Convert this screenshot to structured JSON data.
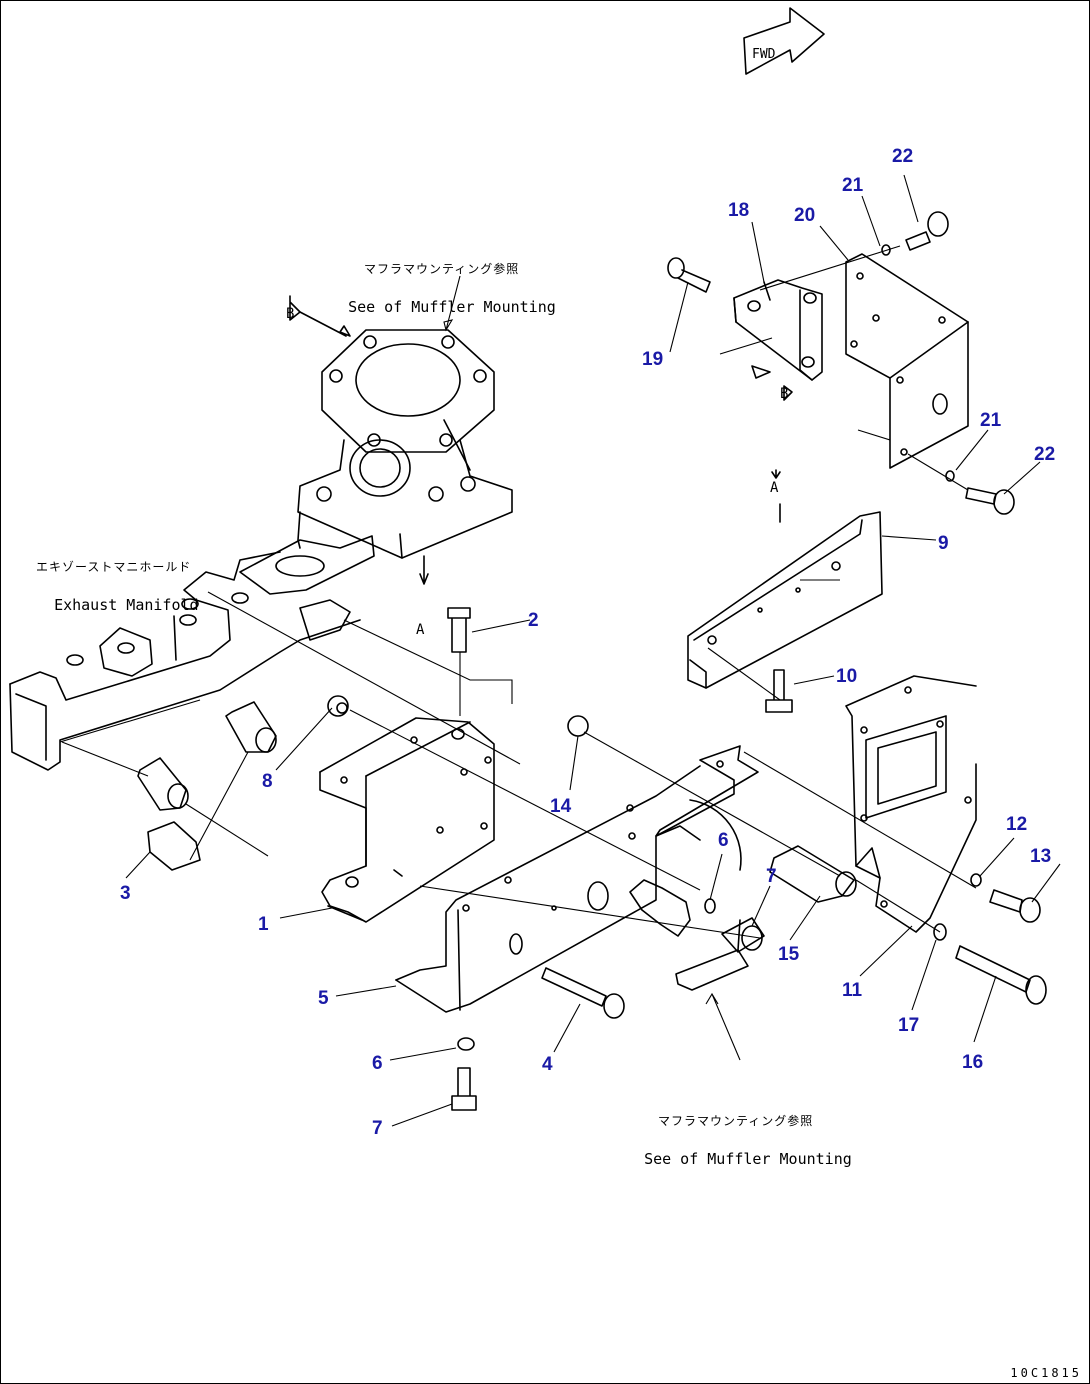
{
  "fwd_label": "FWD",
  "notes": {
    "exhaust_manifold": {
      "jp": "エキゾーストマニホールド",
      "en": "Exhaust Manifold"
    },
    "muffler_top": {
      "jp": "マフラマウンティング参照",
      "en": "See of Muffler Mounting"
    },
    "muffler_bottom": {
      "jp": "マフラマウンティング参照",
      "en": "See of Muffler Mounting"
    }
  },
  "reference_letters": [
    "B",
    "B",
    "A",
    "A"
  ],
  "drawing_number": "10C1815",
  "colors": {
    "callout": "#1a1aa6",
    "line": "#000000"
  },
  "callouts": [
    "22",
    "21",
    "18",
    "20",
    "19",
    "21",
    "22",
    "9",
    "2",
    "10",
    "8",
    "14",
    "3",
    "12",
    "13",
    "6",
    "7",
    "1",
    "15",
    "5",
    "11",
    "17",
    "16",
    "6",
    "4",
    "7"
  ]
}
